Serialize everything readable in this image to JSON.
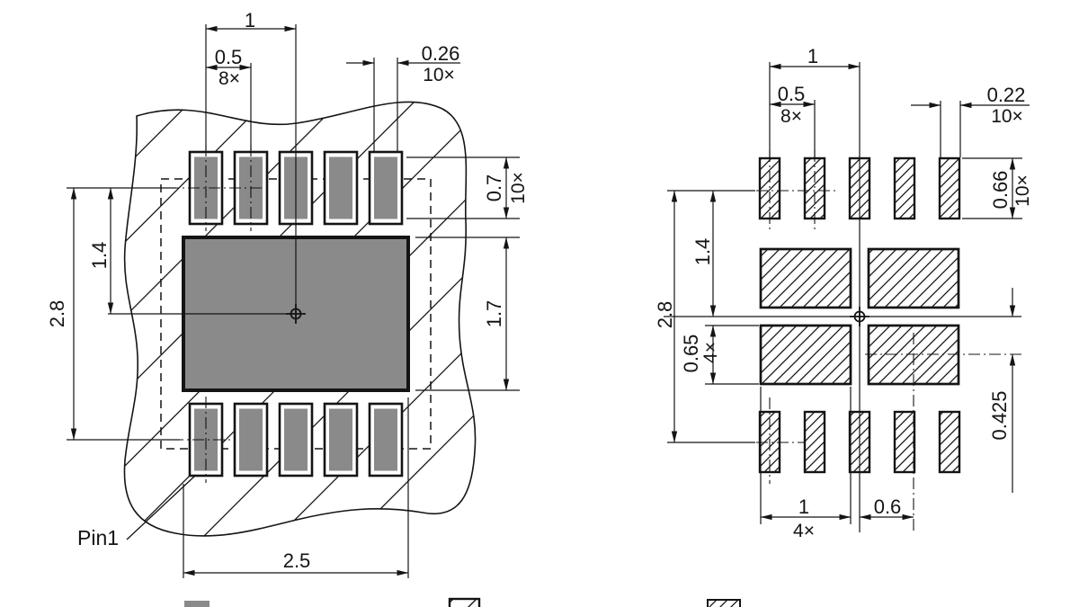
{
  "meta": {
    "drawing_type": "package outline and recommended land pattern"
  },
  "colors": {
    "pad_fill": "#8a8a8a",
    "line": "#141414",
    "background": "#ffffff"
  },
  "package_view": {
    "pin1_label": "Pin1",
    "dim_pitch_x2": "1",
    "dim_pitch": "0.5",
    "dim_pitch_qty": "8×",
    "dim_term_width": "0.26",
    "dim_term_width_qty": "10×",
    "dim_term_height": "0.7",
    "dim_term_height_qty": "10×",
    "dim_pad_to_center": "1.4",
    "dim_row_span": "2.8",
    "dim_epad_height": "1.7",
    "dim_epad_width": "2.5"
  },
  "land_pattern_view": {
    "dim_pitch_x2": "1",
    "dim_pitch": "0.5",
    "dim_pitch_qty": "8×",
    "dim_pad_width": "0.22",
    "dim_pad_width_qty": "10×",
    "dim_pad_height": "0.66",
    "dim_pad_height_qty": "10×",
    "dim_pad_to_center": "1.4",
    "dim_row_span": "2.8",
    "dim_center_pad_height": "0.65",
    "dim_center_pad_height_qty": "4×",
    "dim_center_pad_offset_y": "0.425",
    "dim_center_pad_width": "1",
    "dim_center_pad_width_qty": "4×",
    "dim_center_pad_offset_x": "0.6"
  },
  "legend": {
    "items": [
      {
        "name": "solid-gray-swatch"
      },
      {
        "name": "light-hatch-swatch"
      },
      {
        "name": "dense-hatch-swatch"
      }
    ]
  }
}
